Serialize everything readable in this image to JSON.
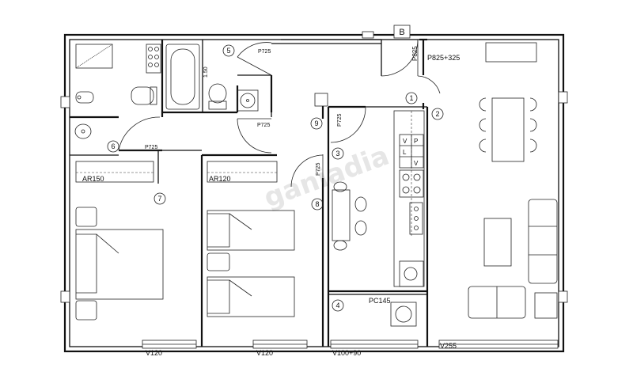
{
  "plan": {
    "section_marker": "B",
    "watermark": "ganiadia",
    "doors": {
      "bath_door": "P725",
      "corridor_door": "P725",
      "bedroom_small_door": "P725",
      "entry_door": "P825+325",
      "entry_side": "P825",
      "kitchen_door": "P725",
      "hall_door": "P725"
    },
    "wardrobes": {
      "main": "AR150",
      "second": "AR120"
    },
    "bath_dim": "1.50",
    "boiler": "PC145",
    "windows": {
      "bed1": "V120",
      "bed2": "V120",
      "kitchen": "V100+90",
      "living": "V255"
    },
    "appliances": {
      "v": "V",
      "p": "P",
      "l": "L"
    },
    "room_numbers": [
      "1",
      "2",
      "3",
      "4",
      "5",
      "6",
      "7",
      "8",
      "9"
    ]
  }
}
